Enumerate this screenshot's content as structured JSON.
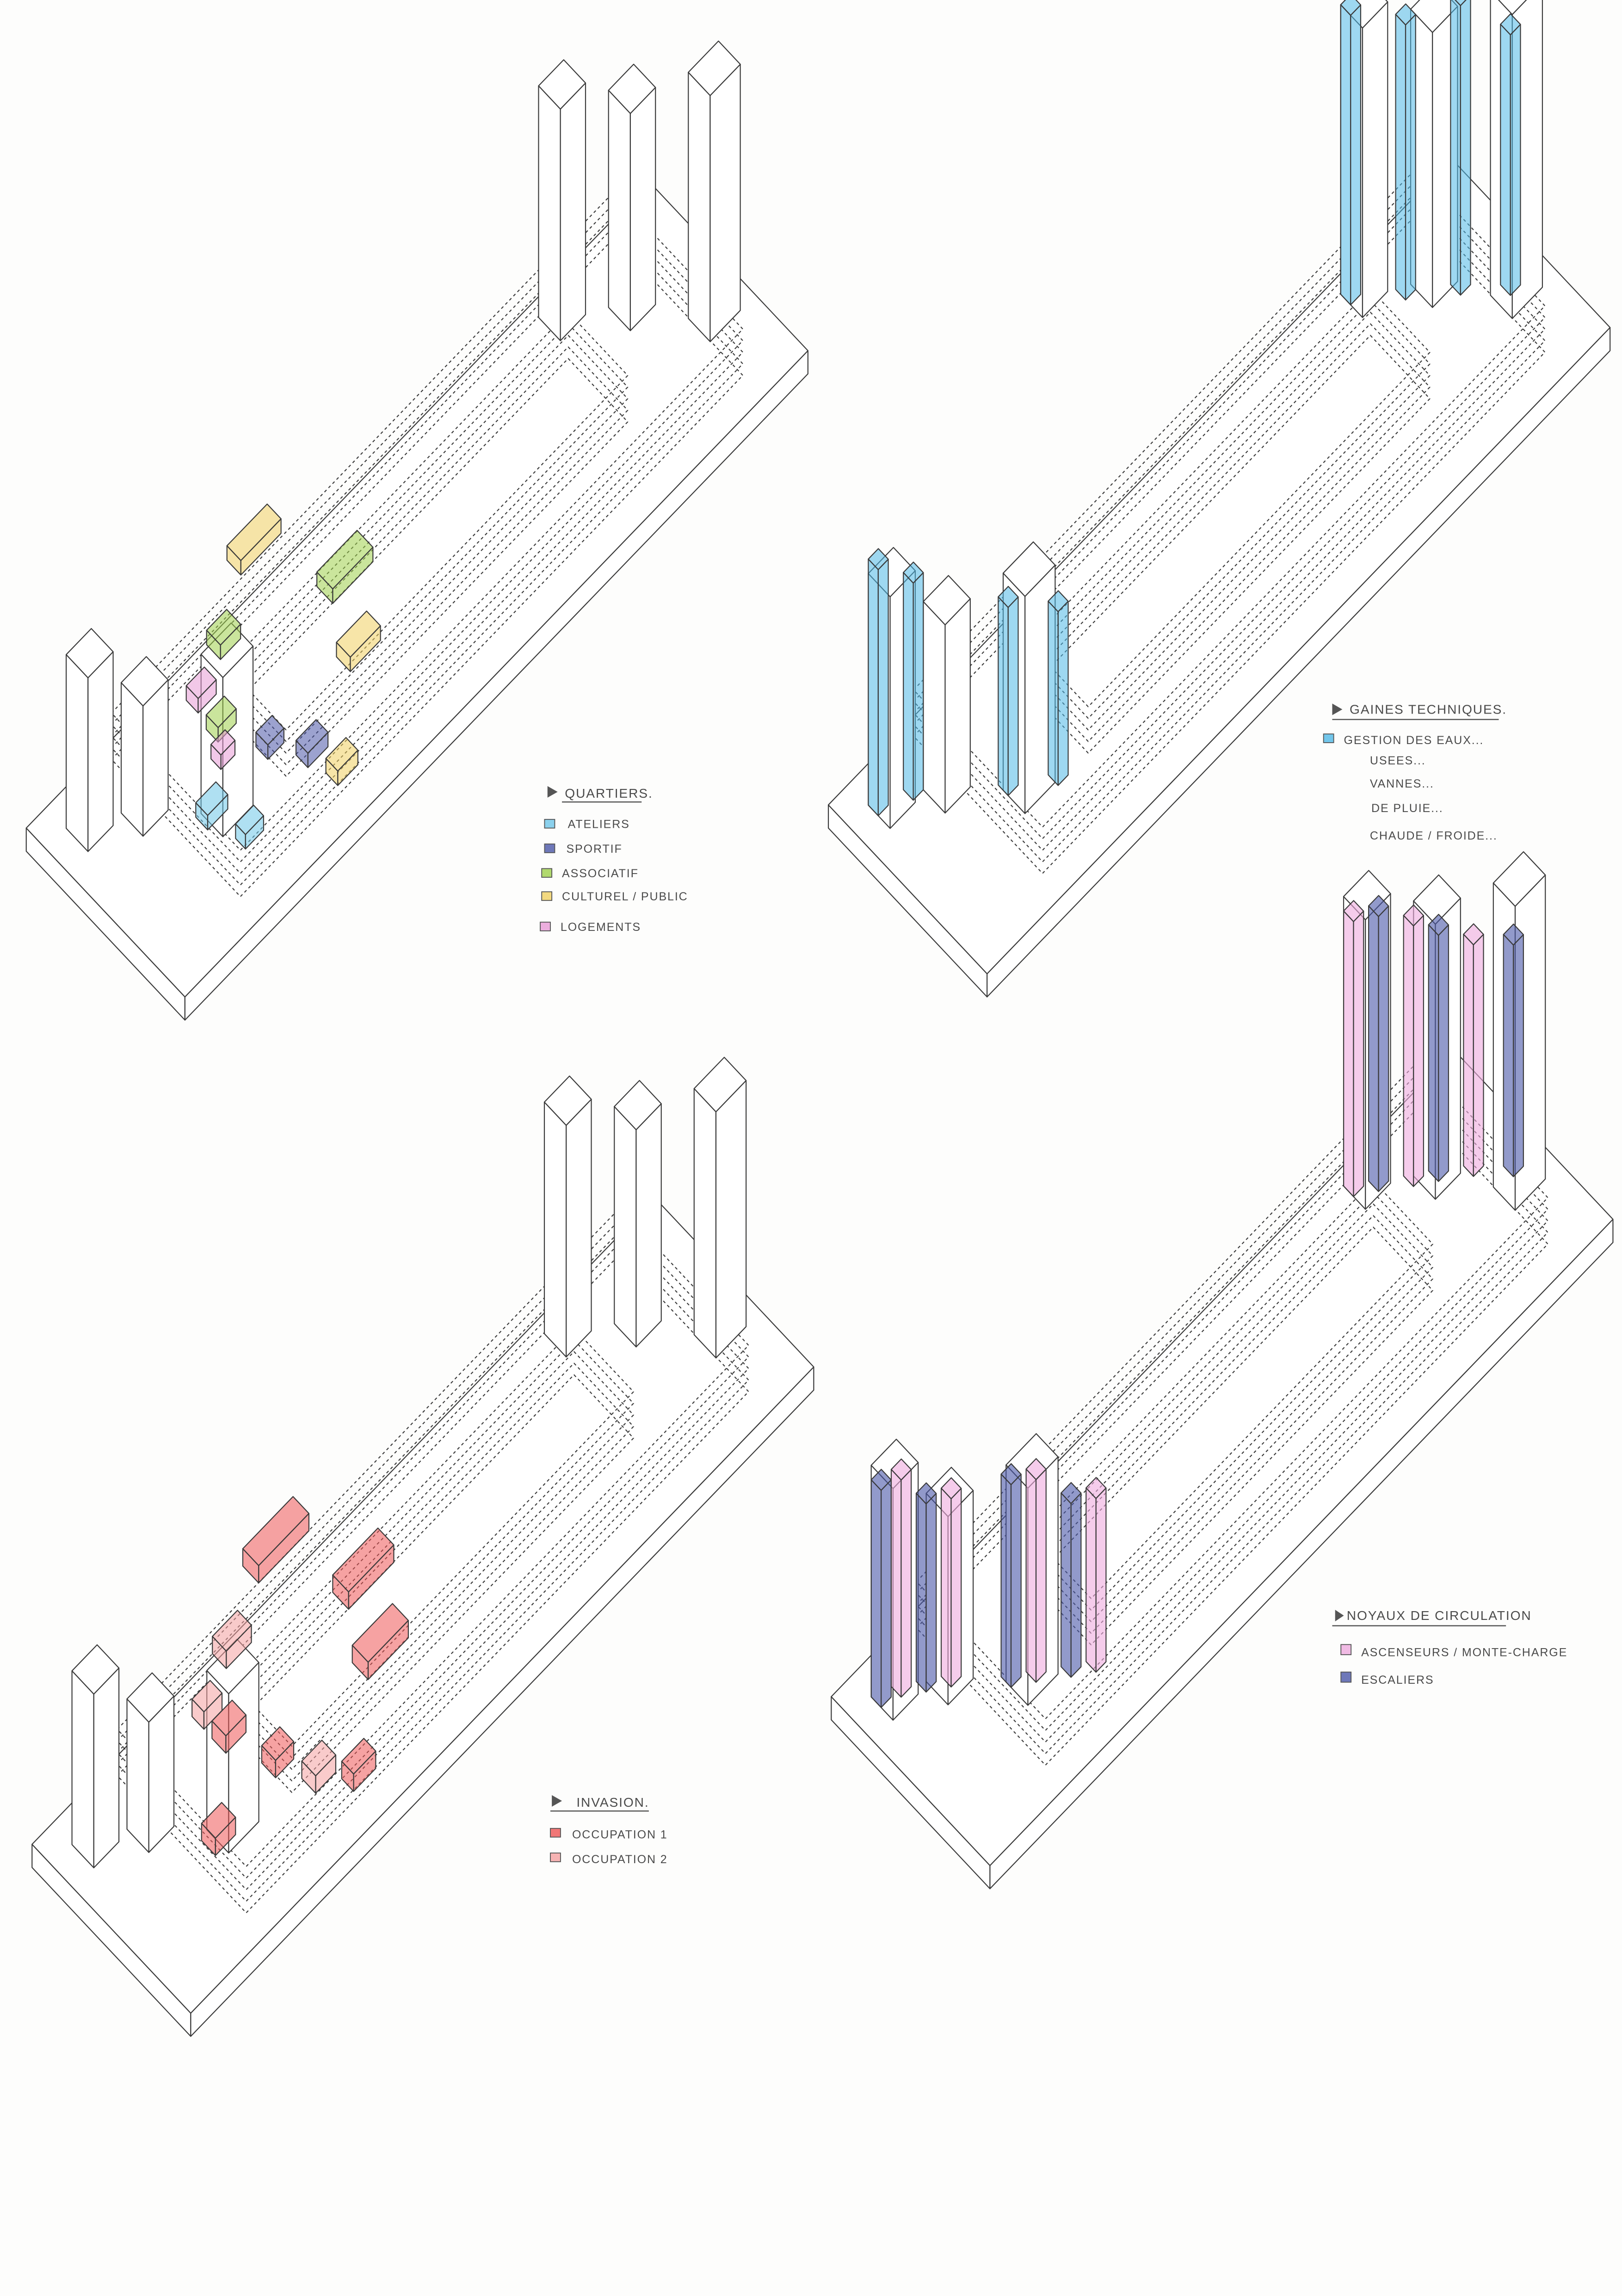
{
  "panels": [
    {
      "id": "quartiers",
      "legend": {
        "title": "Quartiers.",
        "items": [
          {
            "label": "Ateliers",
            "color": "#6ec6e8"
          },
          {
            "label": "Sportif",
            "color": "#4a56a8"
          },
          {
            "label": "Associatif",
            "color": "#9ed04a"
          },
          {
            "label": "Culturel / Public",
            "color": "#f0d060"
          },
          {
            "label": "Logements",
            "color": "#e79ad6"
          }
        ]
      }
    },
    {
      "id": "gaines-techniques",
      "legend": {
        "title": "Gaines techniques.",
        "items": [
          {
            "label": "Gestion des eaux...",
            "color": "#4fb8e6"
          }
        ],
        "sub_items": [
          "Usees...",
          "Vannes...",
          "De pluie...",
          "Chaude / Froide..."
        ]
      }
    },
    {
      "id": "invasion",
      "legend": {
        "title": "Invasion.",
        "items": [
          {
            "label": "Occupation 1",
            "color": "#ee5555"
          },
          {
            "label": "Occupation 2",
            "color": "#f4a0a0"
          }
        ]
      }
    },
    {
      "id": "noyaux-de-circulation",
      "legend": {
        "title": "Noyaux de circulation",
        "items": [
          {
            "label": "Ascenseurs / Monte-charge",
            "color": "#eeaadd"
          },
          {
            "label": "Escaliers",
            "color": "#4a56a8"
          }
        ]
      }
    }
  ]
}
